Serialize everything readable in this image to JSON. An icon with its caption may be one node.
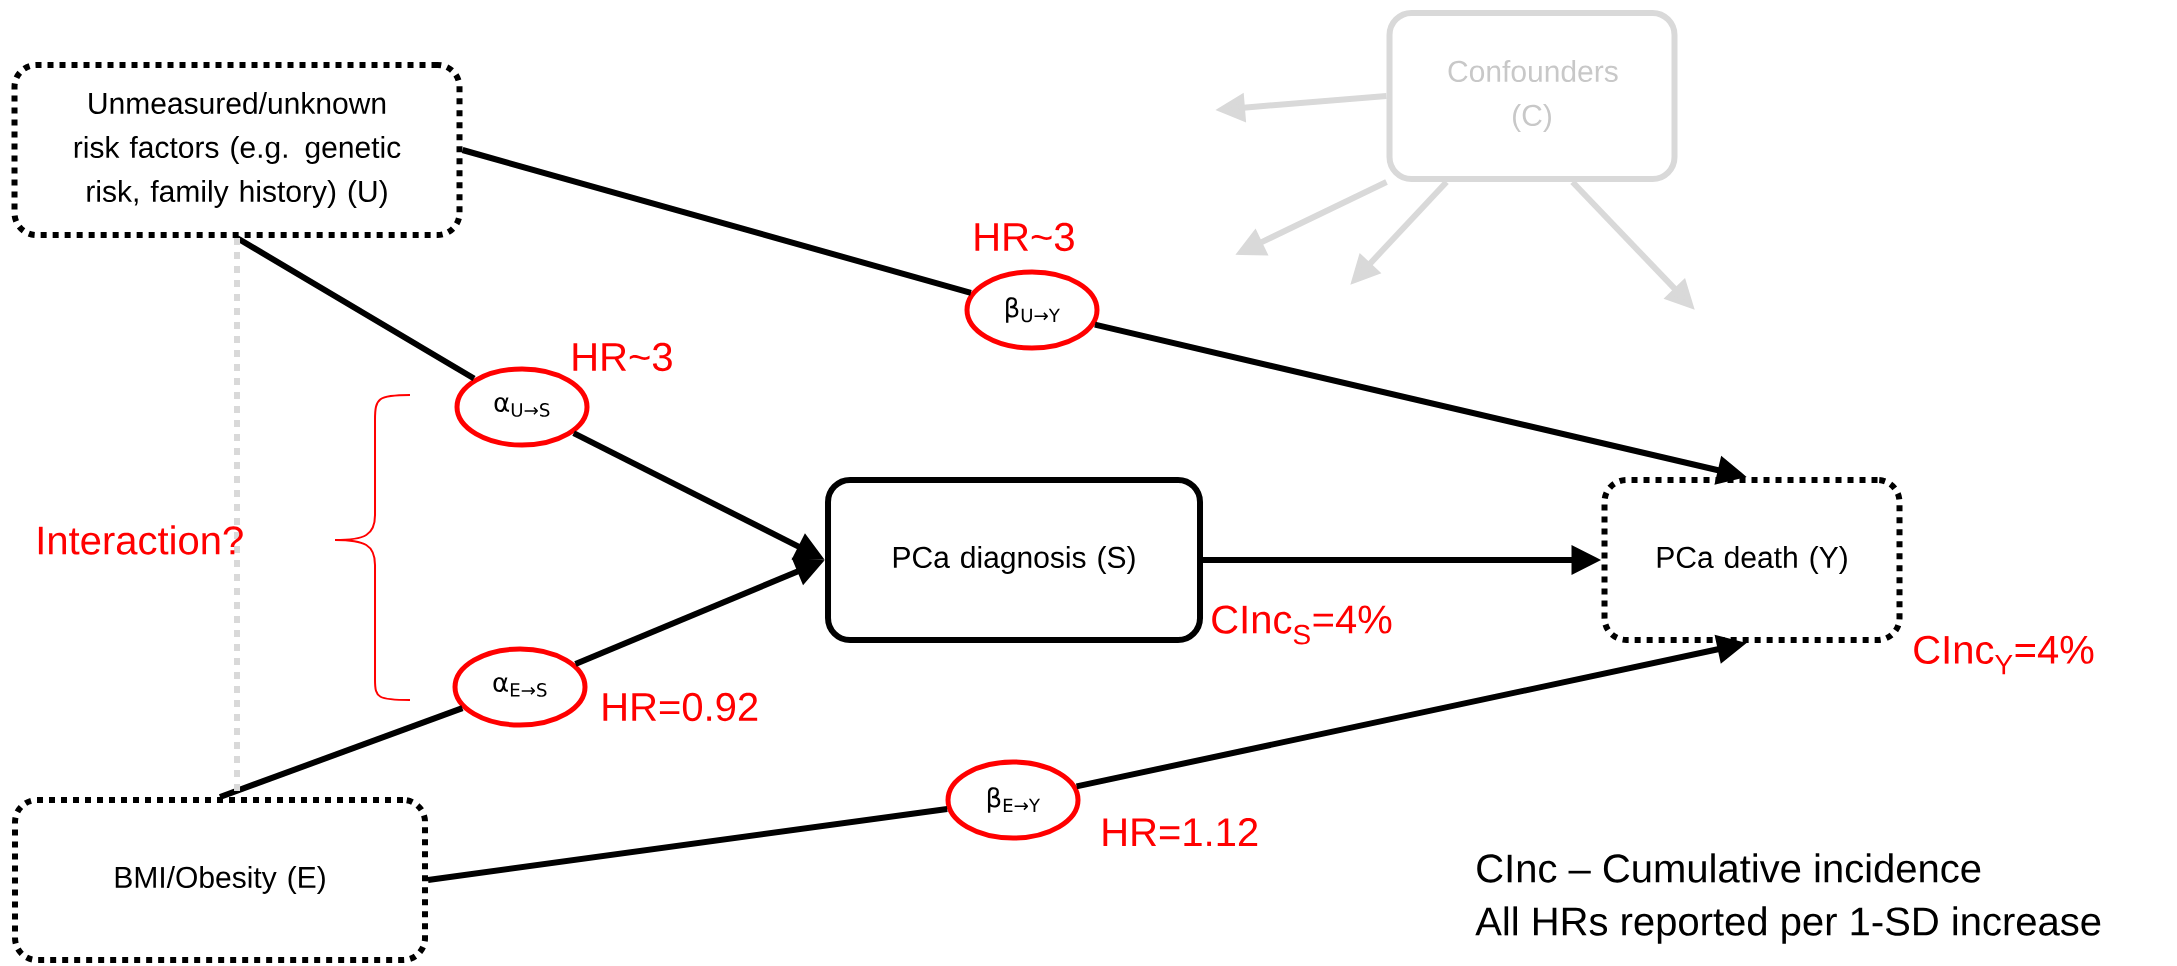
{
  "diagram": {
    "nodes": [
      {
        "text": [
          "Unmeasured/unknown risk factors (e.g. genetic risk, family history) (U)"
        ]
      },
      {
        "text": [
          "Confounders (C)"
        ]
      },
      {
        "text": [
          "α$_{U→S}$"
        ],
        "beside": [
          "HR~3"
        ]
      },
      {
        "text": [
          "β$_{U→Y}$"
        ],
        "beside": [
          "HR~3"
        ]
      },
      {
        "text": [
          "PCa diagnosis (S)"
        ],
        "beside": [
          "CInc$_{S}$=4%"
        ]
      },
      {
        "text": [
          "PCa death (Y)"
        ],
        "beside": [
          "CInc$_{Y}$=4%"
        ]
      },
      {
        "text": [
          "α$_{E→S}$"
        ],
        "beside": [
          "HR=0.92"
        ]
      },
      {
        "text": [
          "β$_{E→Y}$"
        ],
        "beside": [
          "HR=1.12"
        ]
      },
      {
        "text": [
          "BMI/Obesity (E)"
        ]
      }
    ],
    "edges": [
      {
        "from": 0,
        "to": 2,
        "arrow": "none"
      },
      {
        "from": 2,
        "to": 4,
        "arrow": "to"
      },
      {
        "from": 0,
        "to": 3,
        "arrow": "none"
      },
      {
        "from": 3,
        "to": 5,
        "arrow": "to"
      },
      {
        "from": 4,
        "to": 5,
        "arrow": "to"
      },
      {
        "from": 8,
        "to": 6,
        "arrow": "none"
      },
      {
        "from": 6,
        "to": 4,
        "arrow": "to"
      },
      {
        "from": 8,
        "to": 7,
        "arrow": "none"
      },
      {
        "from": 7,
        "to": 5,
        "arrow": "to"
      },
      {
        "from": 0,
        "to": 8,
        "arrow": "none",
        "style": "dashed",
        "color": "#d9d9d9"
      },
      {
        "from": 1,
        "to": null,
        "arrow": "to",
        "color": "#d9d9d9"
      },
      {
        "from": 1,
        "to": null,
        "arrow": "to",
        "color": "#d9d9d9"
      },
      {
        "from": 1,
        "to": null,
        "arrow": "to",
        "color": "#d9d9d9"
      },
      {
        "from": 1,
        "to": null,
        "arrow": "to",
        "color": "#d9d9d9"
      }
    ],
    "labels": [
      "Interaction?",
      "CInc – Cumulative incidence",
      "All HRs reported per 1-SD increase"
    ]
  }
}
